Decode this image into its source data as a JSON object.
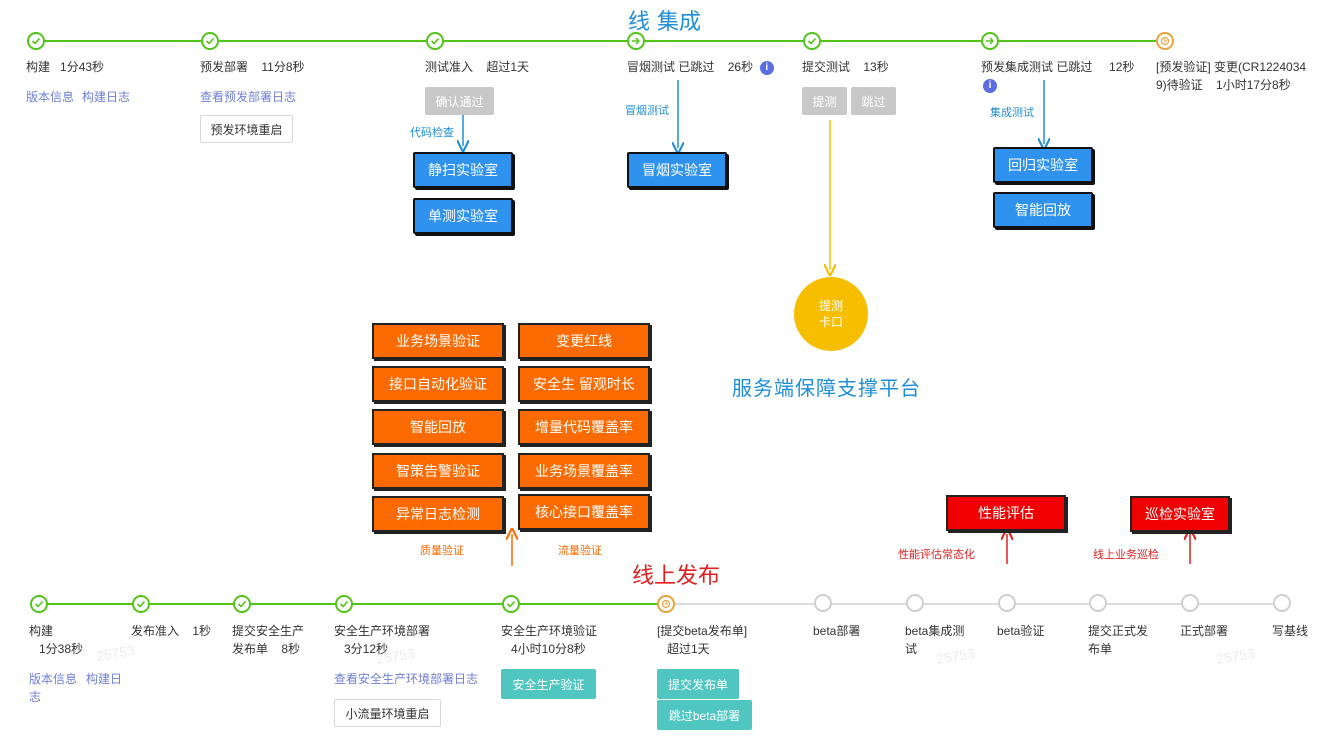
{
  "titles": {
    "top": "线 集成",
    "bottom": "线上发布",
    "platform": "服务端保障支撑平台"
  },
  "top_pipeline": {
    "steps": [
      {
        "name": "构建",
        "time": "1分43秒",
        "status": "done"
      },
      {
        "name": "预发部署",
        "time": "11分8秒",
        "status": "done"
      },
      {
        "name": "测试准入",
        "time": "超过1天",
        "status": "done"
      },
      {
        "name": "冒烟测试",
        "state": "已跳过",
        "time": "26秒",
        "status": "skipped"
      },
      {
        "name": "提交测试",
        "time": "13秒",
        "status": "done"
      },
      {
        "name": "预发集成测试",
        "state": "已跳过",
        "time": "12秒",
        "status": "skipped"
      },
      {
        "name": "[预发验证] 变更(CR1224034",
        "name2": "9)待验证",
        "time": "1小时17分8秒",
        "status": "waiting"
      }
    ],
    "links": {
      "version_info": "版本信息",
      "build_log": "构建日志",
      "deploy_log": "查看预发部署日志"
    },
    "buttons": {
      "restart": "预发环境重启",
      "confirm": "确认通过",
      "submit_test": "提测",
      "skip": "跳过"
    }
  },
  "bottom_pipeline": {
    "steps": [
      {
        "name": "构建",
        "time": "1分38秒",
        "status": "done"
      },
      {
        "name": "发布准入",
        "time": "1秒",
        "status": "done"
      },
      {
        "name": "提交安全生产",
        "name2": "发布单",
        "time": "8秒",
        "status": "done"
      },
      {
        "name": "安全生产环境部署",
        "time": "3分12秒",
        "status": "done"
      },
      {
        "name": "安全生产环境验证",
        "time": "4小时10分8秒",
        "status": "done"
      },
      {
        "name": "[提交beta发布单]",
        "time": "超过1天",
        "status": "waiting"
      },
      {
        "name": "beta部署",
        "status": "todo"
      },
      {
        "name": "beta集成测",
        "name2": "试",
        "status": "todo"
      },
      {
        "name": "beta验证",
        "status": "todo"
      },
      {
        "name": "提交正式发",
        "name2": "布单",
        "status": "todo"
      },
      {
        "name": "正式部署",
        "status": "todo"
      },
      {
        "name": "写基线",
        "status": "todo"
      }
    ],
    "links": {
      "version_info": "版本信息",
      "build_log_1": "构建日",
      "build_log_2": "志",
      "deploy_log": "查看安全生产环境部署日志"
    },
    "buttons": {
      "small_restart": "小流量环境重启",
      "safe_verify": "安全生产验证",
      "submit_release": "提交发布单",
      "skip_beta": "跳过beta部署"
    }
  },
  "labs": {
    "static_scan": "静扫实验室",
    "unit_test": "单测实验室",
    "smoke_lab": "冒烟实验室",
    "regression": "回归实验室",
    "smart_replay": "智能回放"
  },
  "gate": {
    "line1": "提测",
    "line2": "卡口"
  },
  "quality_left": [
    "业务场景验证",
    "接口自动化验证",
    "智能回放",
    "智策告警验证",
    "异常日志检测"
  ],
  "quality_right": [
    "变更红线",
    "安全生 留观时长",
    "增量代码覆盖率",
    "业务场景覆盖率",
    "核心接口覆盖率"
  ],
  "red_boxes": {
    "perf": "性能评估",
    "patrol": "巡检实验室"
  },
  "notes": {
    "code_check": "代码检查",
    "smoke": "冒烟测试",
    "integration": "集成测试",
    "quality_verify": "质量验证",
    "flow_verify": "流量验证",
    "perf_norm": "性能评估常态化",
    "online_patrol": "线上业务巡检"
  },
  "watermark": "25753",
  "colors": {
    "green": "#52c41a",
    "blue": "#2f92ee",
    "orange": "#fd6a00",
    "red": "#f00000",
    "gold": "#f7be00",
    "teal": "#4fc6c0"
  }
}
